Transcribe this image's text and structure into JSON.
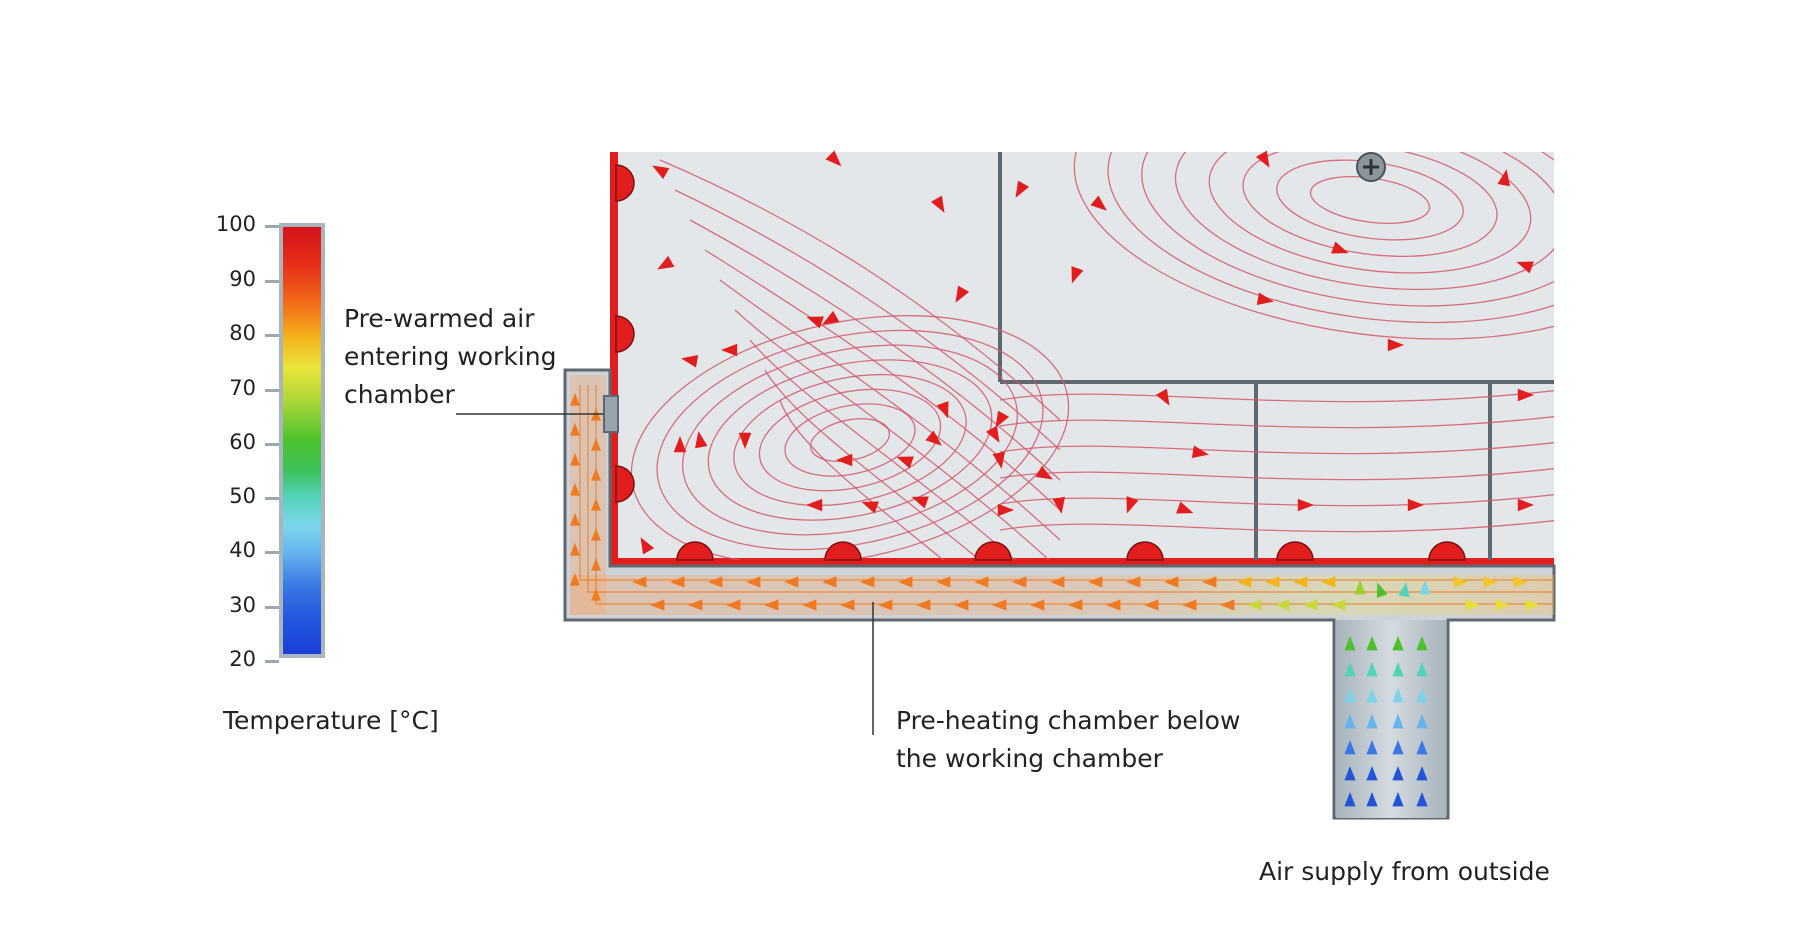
{
  "labels": {
    "pre_warmed_air": [
      "Pre-warmed air",
      "entering working",
      "chamber"
    ],
    "pre_heating_chamber": [
      "Pre-heating chamber below",
      "the working chamber"
    ],
    "air_supply": "Air supply from outside",
    "temperature": "Temperature [°C]"
  },
  "temperature_scale": {
    "ticks": [
      "100",
      "90",
      "80",
      "70",
      "60",
      "50",
      "40",
      "30",
      "20"
    ],
    "min": 20,
    "max": 100
  },
  "colors": {
    "hot": "#e21d1d",
    "warm": "#f07a22",
    "mid": "#9ccf2c",
    "cool": "#7cd3ea",
    "cold": "#2155d8",
    "chamber_fill": "#e4e7ea",
    "duct_fill": "#c9d0d6",
    "wall": "#5f6870"
  },
  "icons": {
    "screw": "screw-icon"
  }
}
